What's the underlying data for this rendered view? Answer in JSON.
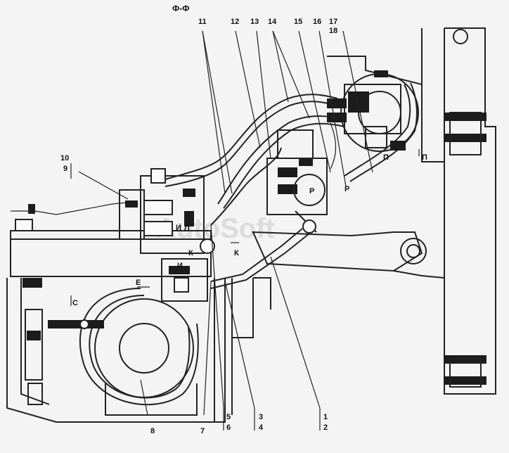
{
  "section_title": "Ф-Ф",
  "watermark": "AutoSoft",
  "callouts_top": [
    "11",
    "12",
    "13",
    "14",
    "15",
    "16",
    "17",
    "18"
  ],
  "callouts_left": [
    "10",
    "9"
  ],
  "callouts_bottom": [
    "8",
    "7",
    "5",
    "6",
    "3",
    "4",
    "1",
    "2"
  ],
  "view_letters": {
    "c": "C",
    "e": "E",
    "i1": "И",
    "i2": "И",
    "k1": "К",
    "k2": "К",
    "l": "Л",
    "p1": "П",
    "p2": "П",
    "r1": "Р",
    "r2": "Р"
  }
}
